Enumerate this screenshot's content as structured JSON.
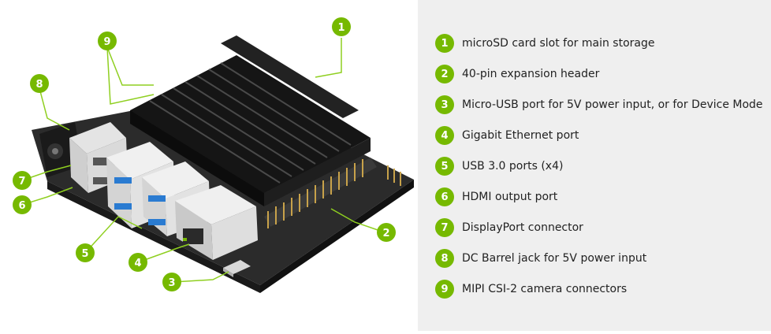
{
  "accent_color": "#76b900",
  "legend": [
    {
      "num": "1",
      "label": "microSD card slot for main storage"
    },
    {
      "num": "2",
      "label": "40-pin expansion header"
    },
    {
      "num": "3",
      "label": "Micro-USB port for 5V power input, or for Device Mode"
    },
    {
      "num": "4",
      "label": "Gigabit Ethernet port"
    },
    {
      "num": "5",
      "label": "USB 3.0 ports (x4)"
    },
    {
      "num": "6",
      "label": "HDMI output port"
    },
    {
      "num": "7",
      "label": "DisplayPort connector"
    },
    {
      "num": "8",
      "label": "DC Barrel jack for 5V power input"
    },
    {
      "num": "9",
      "label": "MIPI CSI-2 camera connectors"
    }
  ],
  "callouts": [
    "1",
    "2",
    "3",
    "4",
    "5",
    "6",
    "7",
    "8",
    "9"
  ]
}
